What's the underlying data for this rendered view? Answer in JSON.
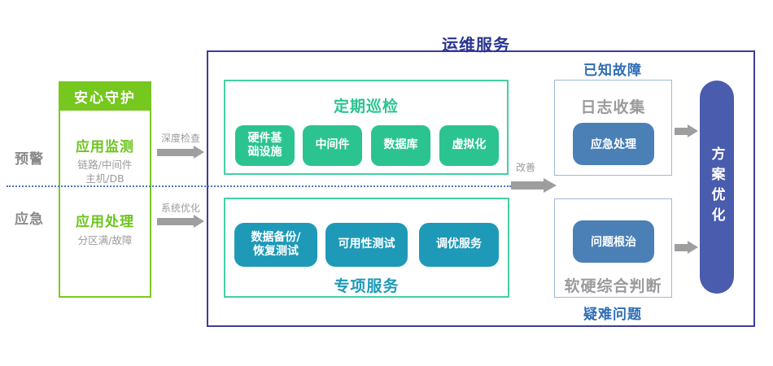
{
  "side_labels": {
    "warning": "预警",
    "emergency": "应急"
  },
  "guard_panel": {
    "header": "安心守护",
    "monitor_title": "应用监测",
    "monitor_sub1": "链路/中间件",
    "monitor_sub2": "主机/DB",
    "handle_title": "应用处理",
    "handle_sub": "分区满/故障"
  },
  "flow_labels": {
    "deep_check": "深度检查",
    "system_optimize": "系统优化",
    "improve": "改善"
  },
  "ops_panel": {
    "title": "运维服务",
    "inspection": {
      "title": "定期巡检",
      "items": [
        "硬件基础设施",
        "中间件",
        "数据库",
        "虚拟化"
      ]
    },
    "special": {
      "title": "专项服务",
      "items": [
        "数据备份/恢复测试",
        "可用性测试",
        "调优服务"
      ]
    }
  },
  "known_fault": {
    "title": "已知故障",
    "box_label": "日志收集",
    "button": "应急处理"
  },
  "difficult_problem": {
    "title": "疑难问题",
    "box_label": "软硬综合判断",
    "button": "问题根治"
  },
  "solution": {
    "label": "方案优化"
  },
  "colors": {
    "lime_green": "#76C71E",
    "lime_border": "#7EC826",
    "emerald": "#2BC490",
    "emerald_border": "#45CFA5",
    "teal": "#1E9AB8",
    "steel_blue_button": "#4A80B6",
    "light_blue_border": "#9EB8D8",
    "indigo_capsule": "#4A5CAD",
    "navy_title": "#2B3590",
    "navy_border": "#3C3D99",
    "blue_side_title": "#2E6DB4",
    "gray_text": "#9B9B9B",
    "arrow_gray": "#9E9E9E",
    "dotted_blue": "#4A74C9"
  }
}
